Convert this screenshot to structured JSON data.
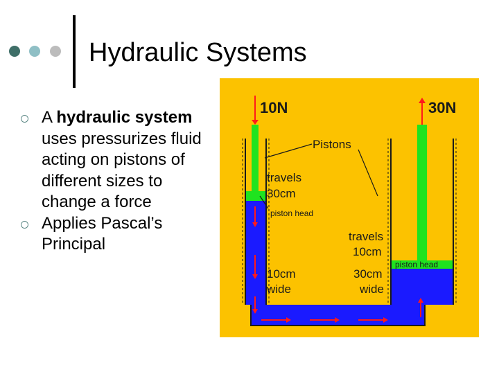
{
  "slide": {
    "title": "Hydraulic Systems"
  },
  "bullets": [
    {
      "pre": "A ",
      "bold": "hydraulic system",
      "post": " uses pressurizes fluid acting on pistons of different sizes to change a force"
    },
    {
      "pre": "Applies Pascal’s Principal",
      "bold": "",
      "post": ""
    }
  ],
  "diagram": {
    "colors": {
      "background": "#fcc200",
      "fluid": "#1a1aff",
      "piston": "#1fe31f",
      "arrow": "#ff1a1a",
      "wall": "#1a1a1a"
    },
    "labels": {
      "left_force": "10N",
      "right_force": "30N",
      "pistons": "Pistons",
      "travels_left_1": "travels",
      "travels_left_2": "30cm",
      "piston_head_left": "piston head",
      "travels_right_1": "travels",
      "travels_right_2": "10cm",
      "piston_head_right": "piston head",
      "wide_left_1": "10cm",
      "wide_left_2": "wide",
      "wide_right_1": "30cm",
      "wide_right_2": "wide"
    },
    "icons": {
      "force_arrows": "arrow-icon",
      "flow_arrows": "arrow-icon"
    }
  }
}
